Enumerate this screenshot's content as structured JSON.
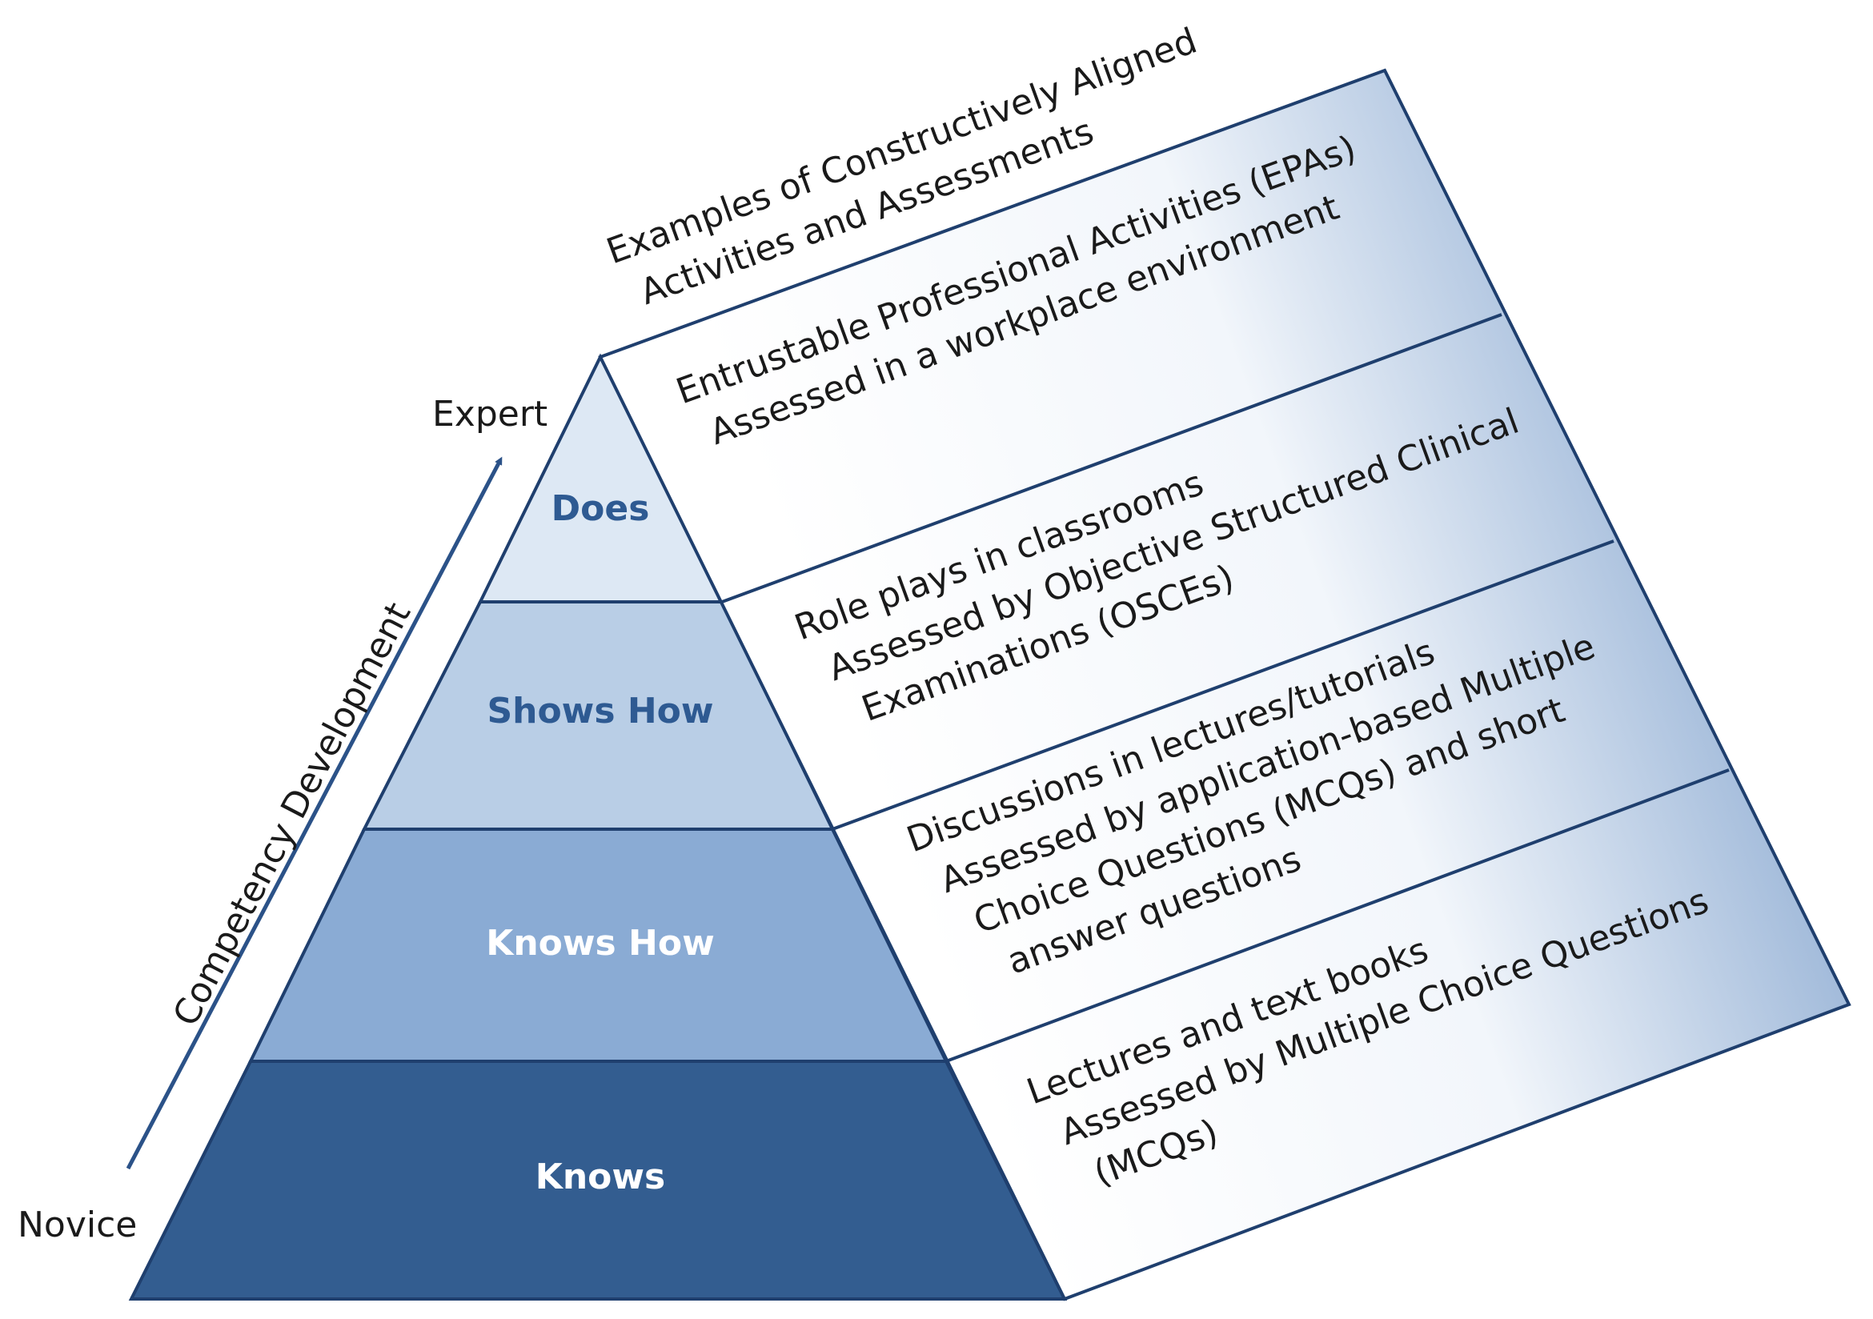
{
  "diagram": {
    "header": {
      "line1": "Examples of Constructively Aligned",
      "line2": "Activities and Assessments"
    },
    "axis": {
      "title": "Competency Development",
      "top": "Expert",
      "bottom": "Novice"
    },
    "levels": [
      {
        "name": "Does",
        "fill": "#dde8f4",
        "text_color": "#2e5a92"
      },
      {
        "name": "Shows How",
        "fill": "#b9cee6",
        "text_color": "#2e5a92"
      },
      {
        "name": "Knows How",
        "fill": "#8aabd4",
        "text_color": "#ffffff"
      },
      {
        "name": "Knows",
        "fill": "#335d90",
        "text_color": "#ffffff"
      }
    ],
    "examples": [
      {
        "lines": [
          "Entrustable Professional Activities (EPAs)",
          "Assessed in a workplace environment"
        ]
      },
      {
        "lines": [
          "Role plays in classrooms",
          "Assessed by Objective Structured Clinical",
          "Examinations (OSCEs)"
        ]
      },
      {
        "lines": [
          "Discussions in lectures/tutorials",
          "Assessed by application-based Multiple",
          "Choice Questions (MCQs) and short",
          "answer questions"
        ]
      },
      {
        "lines": [
          "Lectures and text books",
          "Assessed by Multiple Choice Questions",
          "(MCQs)"
        ]
      }
    ],
    "colors": {
      "outline": "#1f3f6e",
      "arrow": "#2b5288",
      "side_gradient_light": "#ffffff",
      "side_gradient_dark": "#6b92c4"
    }
  }
}
